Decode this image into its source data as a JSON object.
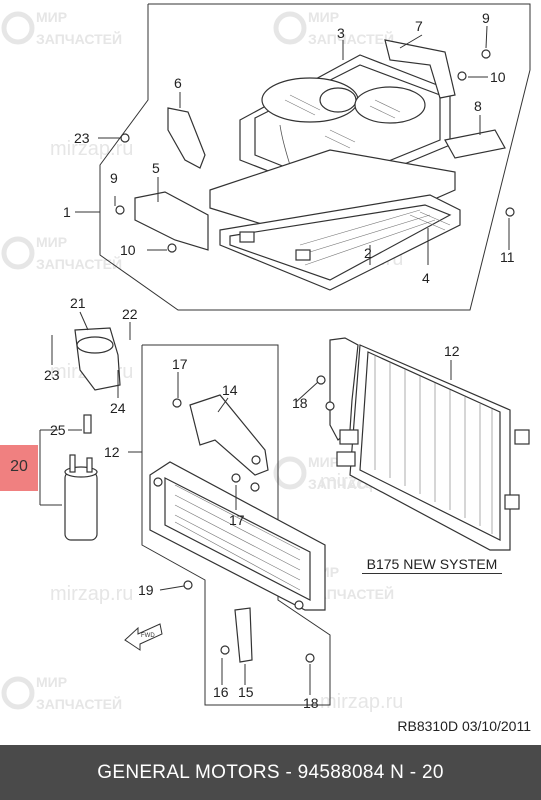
{
  "watermark": {
    "line1": "МИР",
    "line2": "ЗАПЧАСТЕЙ",
    "site": "mirzap.ru"
  },
  "callouts": {
    "n1": "1",
    "n2": "2",
    "n3": "3",
    "n4": "4",
    "n5": "5",
    "n6": "6",
    "n7": "7",
    "n8": "8",
    "n9a": "9",
    "n9b": "9",
    "n10a": "10",
    "n10b": "10",
    "n11": "11",
    "n12a": "12",
    "n12b": "12",
    "n14": "14",
    "n15": "15",
    "n16": "16",
    "n17a": "17",
    "n17b": "17",
    "n18a": "18",
    "n18b": "18",
    "n19": "19",
    "n20": "20",
    "n21": "21",
    "n22": "22",
    "n23a": "23",
    "n23b": "23",
    "n24": "24",
    "n25": "25"
  },
  "system_label": "B175 NEW SYSTEM",
  "drawing_code": "RB8310D  03/10/2011",
  "footer": "GENERAL MOTORS - 94588084     N - 20",
  "highlight_color": "#f08080",
  "footer_bg": "#4a4a4a",
  "fwd_arrow_text": "FWD"
}
